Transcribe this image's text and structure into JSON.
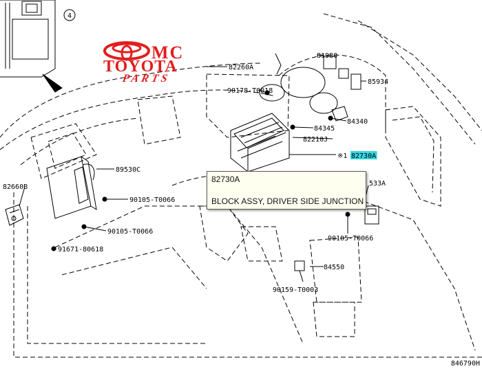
{
  "logo": {
    "line1": "MC",
    "line2": "TOYOTA",
    "line3": "PARTS",
    "color": "#e21e1e"
  },
  "view_number": "4",
  "diagram_id": "846790H",
  "highlight_color": "#33d6e0",
  "parts": [
    {
      "id": "part-82660B",
      "number": "82660B"
    },
    {
      "id": "part-89530C",
      "number": "89530C"
    },
    {
      "id": "part-90105-T0066-a",
      "number": "90105-T0066"
    },
    {
      "id": "part-90105-T0066-b",
      "number": "90105-T0066"
    },
    {
      "id": "part-90105-T0066-c",
      "number": "90105-T0066"
    },
    {
      "id": "part-91671-80618",
      "number": "91671-80618"
    },
    {
      "id": "part-82260A",
      "number": "82260A"
    },
    {
      "id": "part-81980",
      "number": "81980"
    },
    {
      "id": "part-85934",
      "number": "85934"
    },
    {
      "id": "part-90178-T0018",
      "number": "90178-T0018"
    },
    {
      "id": "part-84345",
      "number": "84345"
    },
    {
      "id": "part-84340",
      "number": "84340"
    },
    {
      "id": "part-82210J",
      "number": "82210J"
    },
    {
      "id": "part-82730A",
      "number": "82730A",
      "prefix": "※1",
      "highlighted": true
    },
    {
      "id": "part-533A",
      "number": "533A"
    },
    {
      "id": "part-84550",
      "number": "84550"
    },
    {
      "id": "part-90159-T0003",
      "number": "90159-T0003"
    }
  ],
  "tooltip": {
    "part_number": "82730A",
    "description": "BLOCK ASSY, DRIVER SIDE JUNCTION"
  }
}
